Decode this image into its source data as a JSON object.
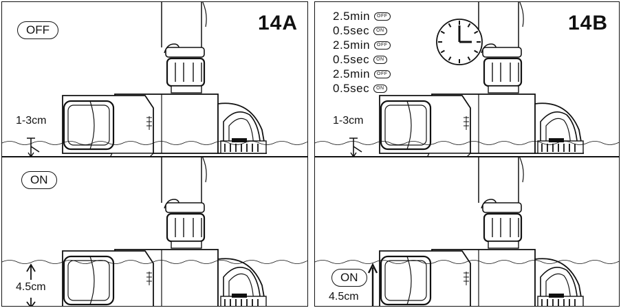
{
  "panel_a": {
    "label": "14A",
    "top_state": "OFF",
    "bottom_state": "ON",
    "top_depth": "1-3cm",
    "bottom_depth": "4.5cm"
  },
  "panel_b": {
    "label": "14B",
    "schedule": [
      {
        "time": "2.5min",
        "state": "OFF"
      },
      {
        "time": "0.5sec",
        "state": "ON"
      },
      {
        "time": "2.5min",
        "state": "OFF"
      },
      {
        "time": "0.5sec",
        "state": "ON"
      },
      {
        "time": "2.5min",
        "state": "OFF"
      },
      {
        "time": "0.5sec",
        "state": "ON"
      }
    ],
    "top_depth": "1-3cm",
    "bottom_state": "ON",
    "bottom_depth": "4.5cm"
  }
}
